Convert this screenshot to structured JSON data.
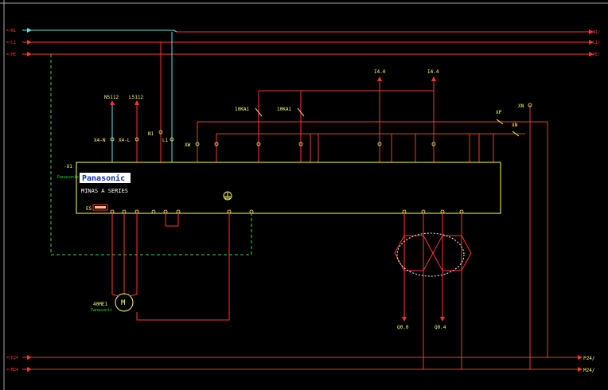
{
  "buses": {
    "n1_left": "=/N1",
    "l1_left": "=/L1",
    "pe_left": "=/PE",
    "n1_right": "N1/",
    "l1_right": "L1/",
    "pe_right": "PE/",
    "p24_left": "=/P24",
    "m24_left": "=/M24",
    "p24_right": "P24/",
    "m24_right": "M24/"
  },
  "drive": {
    "tag": "-U1",
    "brand": "Panasonic",
    "series": "MINAS A SERIES",
    "brand_small": "Panasonic",
    "display_label": "ES"
  },
  "motor": {
    "tag": "40ME1",
    "symbol": "M",
    "brand": "Panasonic"
  },
  "feed_labels": {
    "n_ref": "N5112",
    "l_ref": "L5112",
    "n1": "N1",
    "l1": "L1",
    "x4n": "X4-N",
    "x4l": "X4-L",
    "xw": "XW"
  },
  "relays": {
    "r1": "10KA1",
    "r2": "10KA1"
  },
  "signals": {
    "i40": "I4.0",
    "i44": "I4.4",
    "q00": "Q0.0",
    "q04": "Q0.4",
    "xp": "XP",
    "xn_top": "XN",
    "xn_mid": "XN"
  },
  "colors": {
    "background": "#000000",
    "red_wire": "#ff3333",
    "cyan_wire": "#66ddee",
    "green_dash": "#33dd33",
    "yellow_box": "#ffff66",
    "white_dash": "#ffffff"
  }
}
